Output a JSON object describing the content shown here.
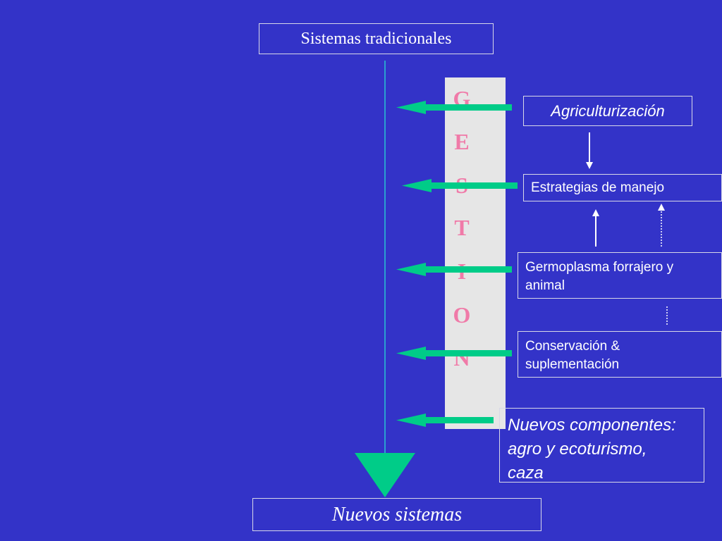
{
  "top_label": "Sistemas tradicionales",
  "bottom_label": "Nuevos sistemas",
  "gestion_letters": [
    "G",
    "E",
    "S",
    "T",
    "I",
    "O",
    "N"
  ],
  "boxes": {
    "agriculturizacion": "Agriculturización",
    "estrategias": "Estrategias de manejo",
    "germoplasma": [
      "Germoplasma forrajero y",
      "animal"
    ],
    "conservacion": [
      "Conservación &",
      "suplementación"
    ],
    "nuevos": [
      "Nuevos componentes:",
      "agro y ecoturismo,",
      "caza"
    ]
  },
  "colors": {
    "background": "#3333c8",
    "arrow_green": "#00cc88",
    "gestion_bar": "#e6e6e6",
    "gestion_text": "#f07aa8",
    "text": "#ffffff"
  }
}
